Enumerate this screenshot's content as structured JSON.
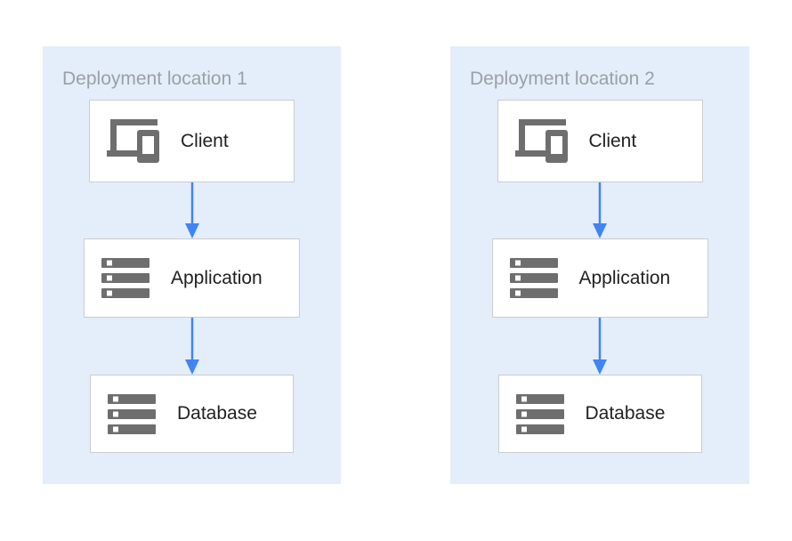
{
  "diagram": {
    "panels": [
      {
        "title": "Deployment location 1",
        "nodes": [
          {
            "label": "Client",
            "icon": "client-devices-icon"
          },
          {
            "label": "Application",
            "icon": "server-stack-icon"
          },
          {
            "label": "Database",
            "icon": "server-stack-icon"
          }
        ]
      },
      {
        "title": "Deployment location 2",
        "nodes": [
          {
            "label": "Client",
            "icon": "client-devices-icon"
          },
          {
            "label": "Application",
            "icon": "server-stack-icon"
          },
          {
            "label": "Database",
            "icon": "server-stack-icon"
          }
        ]
      }
    ],
    "colors": {
      "panel_background": "#e4eefa",
      "box_border": "#cccccc",
      "icon_gray": "#6e6e6e",
      "arrow_blue": "#4284f3",
      "title_gray": "#9aa0a6",
      "label_text": "#212121"
    }
  }
}
